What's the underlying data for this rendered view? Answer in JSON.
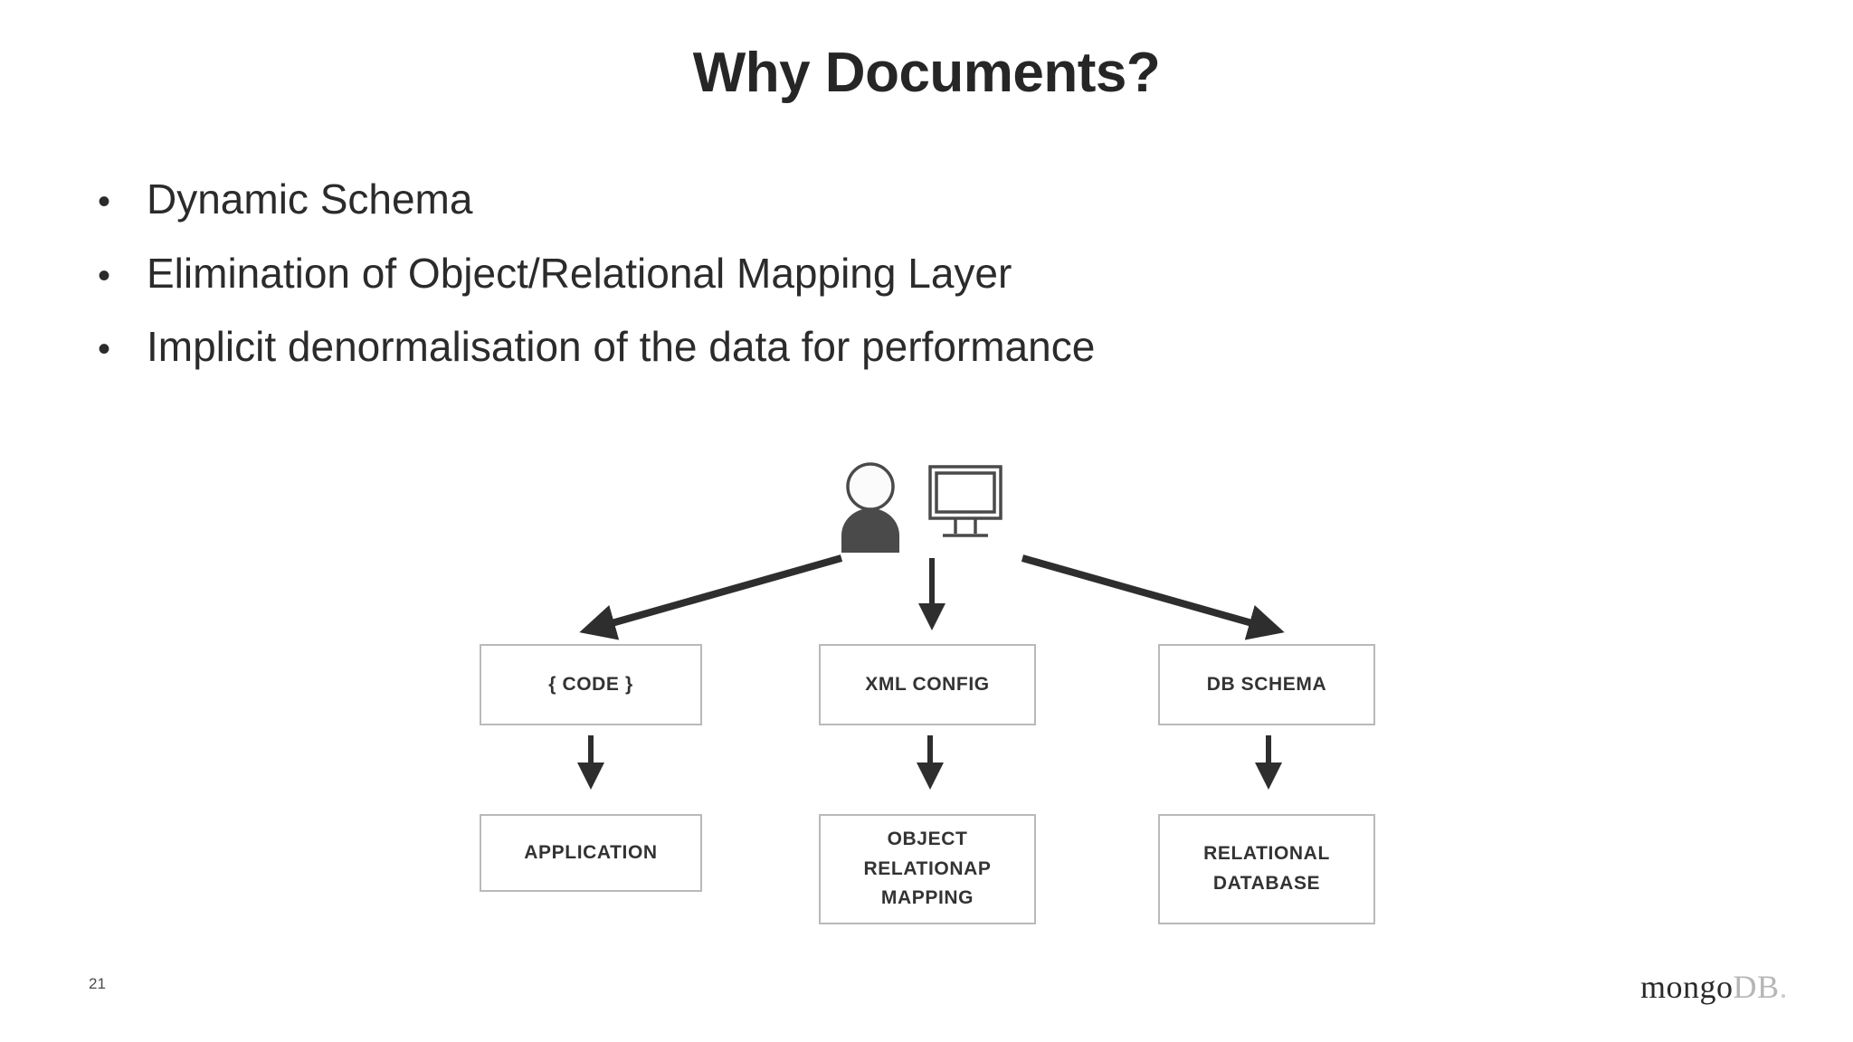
{
  "slide": {
    "title": "Why Documents?",
    "bullet_marker": "•",
    "bullets": [
      "Dynamic Schema",
      "Elimination of Object/Relational Mapping Layer",
      "Implicit denormalisation of the data for performance"
    ],
    "page_number": "21",
    "logo": {
      "primary": "mongo",
      "secondary": "DB",
      "dot": "."
    },
    "colors": {
      "text": "#2b2b2b",
      "title": "#262626",
      "box_border": "#b9b9b9",
      "box_text": "#333333",
      "arrow": "#2e2e2e",
      "icon_dark": "#4a4a4a",
      "logo_primary": "#2a2a2a",
      "logo_secondary": "#b6b6b6",
      "background": "#ffffff"
    }
  },
  "diagram": {
    "icons": {
      "person": "person-icon",
      "monitor": "monitor-icon"
    },
    "top_row": [
      {
        "label": "{ CODE }"
      },
      {
        "label": "XML CONFIG"
      },
      {
        "label": "DB SCHEMA"
      }
    ],
    "bottom_row": [
      {
        "line1": "APPLICATION",
        "line2": ""
      },
      {
        "line1": "OBJECT RELATIONAP",
        "line2": "MAPPING"
      },
      {
        "line1": "RELATIONAL",
        "line2": "DATABASE"
      }
    ],
    "arrows": {
      "from_user": [
        "arrow-down-left",
        "arrow-down",
        "arrow-down-right"
      ],
      "between_rows": [
        "arrow-down",
        "arrow-down",
        "arrow-down"
      ]
    }
  }
}
